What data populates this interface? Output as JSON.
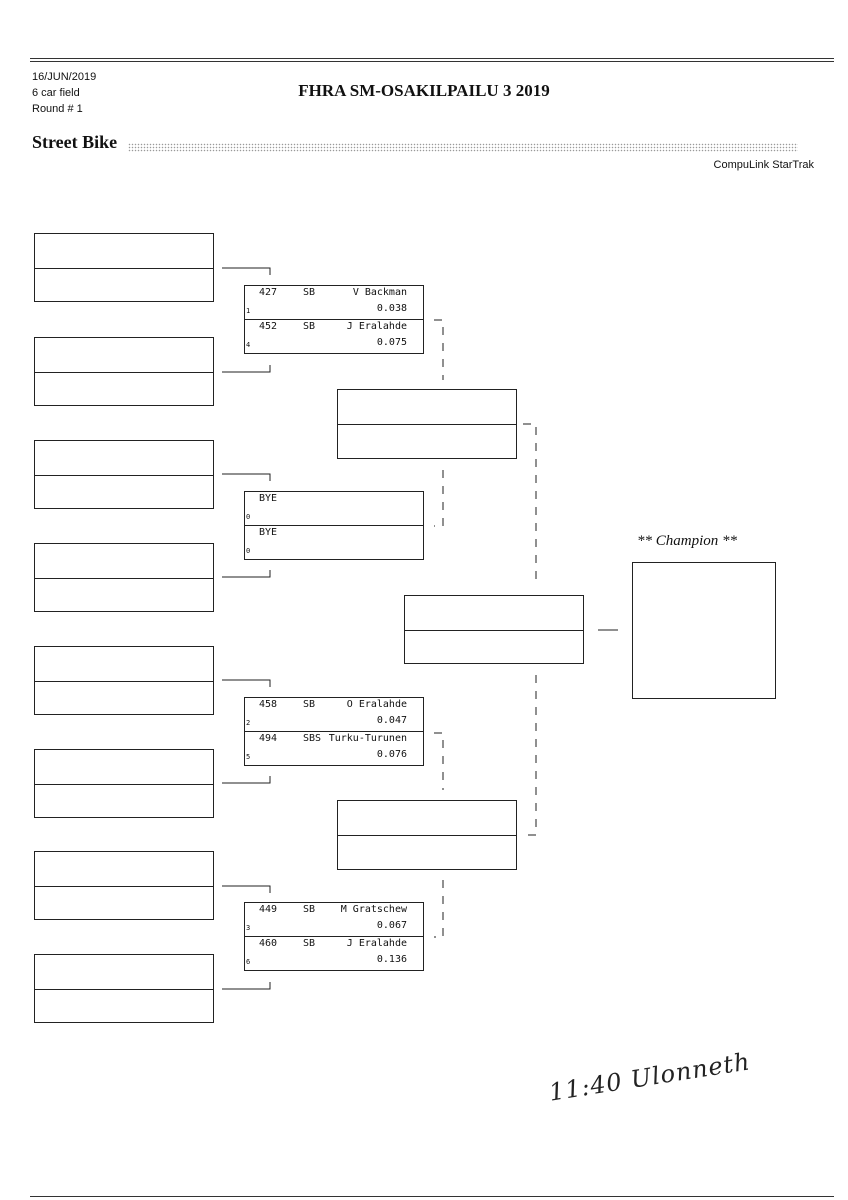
{
  "header": {
    "date": "16/JUN/2019",
    "field": "6 car field",
    "round": "Round # 1",
    "title": "FHRA SM-OSAKILPAILU 3 2019",
    "section": "Street Bike",
    "software": "CompuLink StarTrak"
  },
  "matches": [
    {
      "lanes": [
        {
          "number": "427",
          "class": "SB",
          "name": "V Backman",
          "et": "0.038",
          "seed": "1"
        },
        {
          "number": "452",
          "class": "SB",
          "name": "J Eralahde",
          "et": "0.075",
          "seed": "4"
        }
      ]
    },
    {
      "lanes": [
        {
          "bye": "BYE",
          "seed": "0"
        },
        {
          "bye": "BYE",
          "seed": "0"
        }
      ]
    },
    {
      "lanes": [
        {
          "number": "458",
          "class": "SB",
          "name": "O Eralahde",
          "et": "0.047",
          "seed": "2"
        },
        {
          "number": "494",
          "class": "SBS",
          "name": "Turku-Turunen",
          "et": "0.076",
          "seed": "5"
        }
      ]
    },
    {
      "lanes": [
        {
          "number": "449",
          "class": "SB",
          "name": "M Gratschew",
          "et": "0.067",
          "seed": "3"
        },
        {
          "number": "460",
          "class": "SB",
          "name": "J Eralahde",
          "et": "0.136",
          "seed": "6"
        }
      ]
    }
  ],
  "champion_label": "** Champion **",
  "handwritten_note": "11:40 Ulonneth"
}
